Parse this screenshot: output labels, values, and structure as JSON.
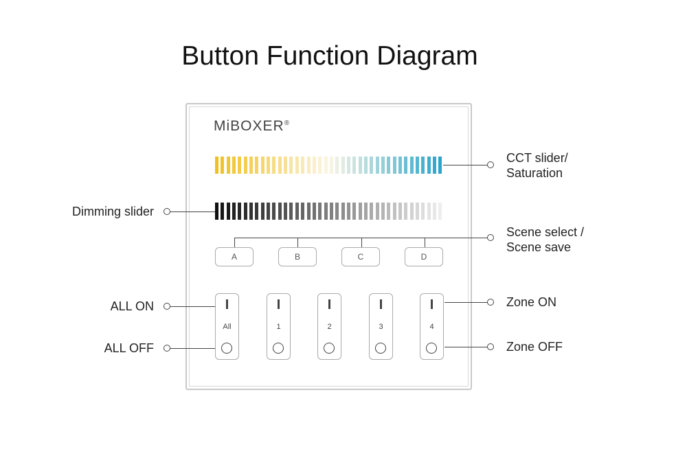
{
  "title": "Button Function Diagram",
  "brand": {
    "name": "MiBOXER",
    "mark": "®"
  },
  "labels": {
    "cct_line1": "CCT slider/",
    "cct_line2": "Saturation",
    "dimming": "Dimming slider",
    "scene_line1": "Scene select /",
    "scene_line2": "Scene save",
    "all_on": "ALL ON",
    "all_off": "ALL OFF",
    "zone_on": "Zone ON",
    "zone_off": "Zone OFF"
  },
  "scene_buttons": [
    "A",
    "B",
    "C",
    "D"
  ],
  "zone_buttons": [
    "All",
    "1",
    "2",
    "3",
    "4"
  ],
  "colors": {
    "cct_warm": "#f0c020",
    "cct_mid": "#fbf6e4",
    "cct_cool": "#2aa5cc",
    "dim_dark": "#111111",
    "dim_light": "#eeeeee"
  }
}
